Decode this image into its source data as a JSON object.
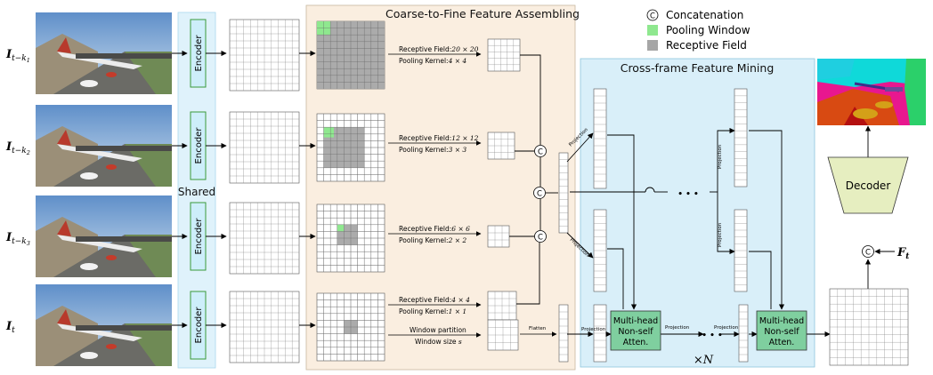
{
  "frame_labels": [
    {
      "base": "I",
      "sub": "t−k",
      "subsub": "1"
    },
    {
      "base": "I",
      "sub": "t−k",
      "subsub": "2"
    },
    {
      "base": "I",
      "sub": "t−k",
      "subsub": "3"
    },
    {
      "base": "I",
      "sub": "t",
      "subsub": ""
    }
  ],
  "encoder_label": "Encoder",
  "shared_label": "Shared",
  "cffa_title": "Coarse-to-Fine Feature Assembling",
  "levels": [
    {
      "rf_label": "Receptive Field:",
      "rf_value": "20 × 20",
      "pk_label": "Pooling Kernel:",
      "pk_value": "4 × 4"
    },
    {
      "rf_label": "Receptive Field:",
      "rf_value": "12 × 12",
      "pk_label": "Pooling Kernel:",
      "pk_value": "3 × 3"
    },
    {
      "rf_label": "Receptive Field:",
      "rf_value": "6 × 6",
      "pk_label": "Pooling Kernel:",
      "pk_value": "2 × 2"
    },
    {
      "rf_label": "Receptive Field:",
      "rf_value": "4 × 4",
      "pk_label": "Pooling Kernel:",
      "pk_value": "1 × 1"
    }
  ],
  "window_partition_label": "Window partition",
  "window_size_label": "Window size",
  "window_size_symbol": "s",
  "flatten_label": "Flatten",
  "concat_symbol": "C",
  "legend": [
    {
      "label": "Concatenation",
      "type": "concat"
    },
    {
      "label": "Pooling Window",
      "type": "swatch",
      "color": "#8fe88f"
    },
    {
      "label": "Receptive Field",
      "type": "swatch",
      "color": "#a6a6a6"
    }
  ],
  "cfm_title": "Cross-frame Feature Mining",
  "projection_label": "Projection",
  "attention_label_lines": [
    "Multi-head",
    "Non-self",
    "Atten."
  ],
  "ellipsis": "• • •",
  "repeat_label": "×N",
  "decoder_label": "Decoder",
  "feature_label": {
    "base": "F",
    "sub": "t"
  },
  "colors": {
    "encoder_fill": "#cdeefa",
    "shared_fill": "#dff2fb",
    "cffa_bg": "#faeee0",
    "cfm_bg": "#d9eff9",
    "attention_fill": "#7fcf9f",
    "decoder_fill": "#e6eec0",
    "pooling_window": "#8fe88f",
    "receptive_field": "#a6a6a6"
  }
}
